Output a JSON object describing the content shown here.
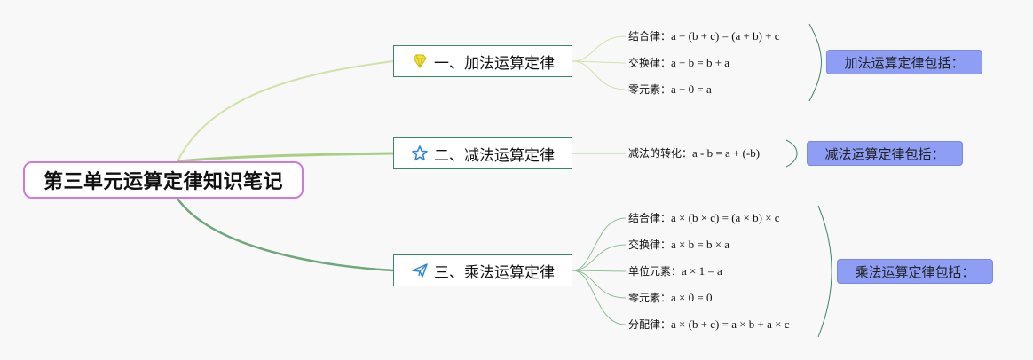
{
  "root": {
    "label": "第三单元运算定律知识笔记"
  },
  "branches": [
    {
      "label": "一、加法运算定律",
      "icon": "diamond-icon",
      "summary": "加法运算定律包括：",
      "items": [
        {
          "label": "结合律：",
          "formula": "a + (b + c) = (a + b) + c"
        },
        {
          "label": "交换律：",
          "formula": "a + b = b + a"
        },
        {
          "label": "零元素：",
          "formula": "a + 0 = a"
        }
      ]
    },
    {
      "label": "二、减法运算定律",
      "icon": "star-icon",
      "summary": "减法运算定律包括：",
      "items": [
        {
          "label": "减法的转化：",
          "formula": "a - b = a + (-b)"
        }
      ]
    },
    {
      "label": "三、乘法运算定律",
      "icon": "paper-plane-icon",
      "summary": "乘法运算定律包括：",
      "items": [
        {
          "label": "结合律：",
          "formula": "a × (b × c) = (a × b) × c"
        },
        {
          "label": "交换律：",
          "formula": "a × b = b × a"
        },
        {
          "label": "单位元素：",
          "formula": "a × 1 = a"
        },
        {
          "label": "零元素：",
          "formula": "a × 0 = 0"
        },
        {
          "label": "分配律：",
          "formula": "a × (b + c) = a × b + a × c"
        }
      ]
    }
  ],
  "colors": {
    "root_border": "#d07ad6",
    "branch_border": "#3b8470",
    "link_1": "#cfe3a8",
    "link_2": "#a8cf84",
    "link_3": "#6fa87a",
    "summary_bg": "#8f9ef5",
    "diamond": "#f2e23c",
    "star": "#2e86d6",
    "plane": "#2e86d6"
  }
}
